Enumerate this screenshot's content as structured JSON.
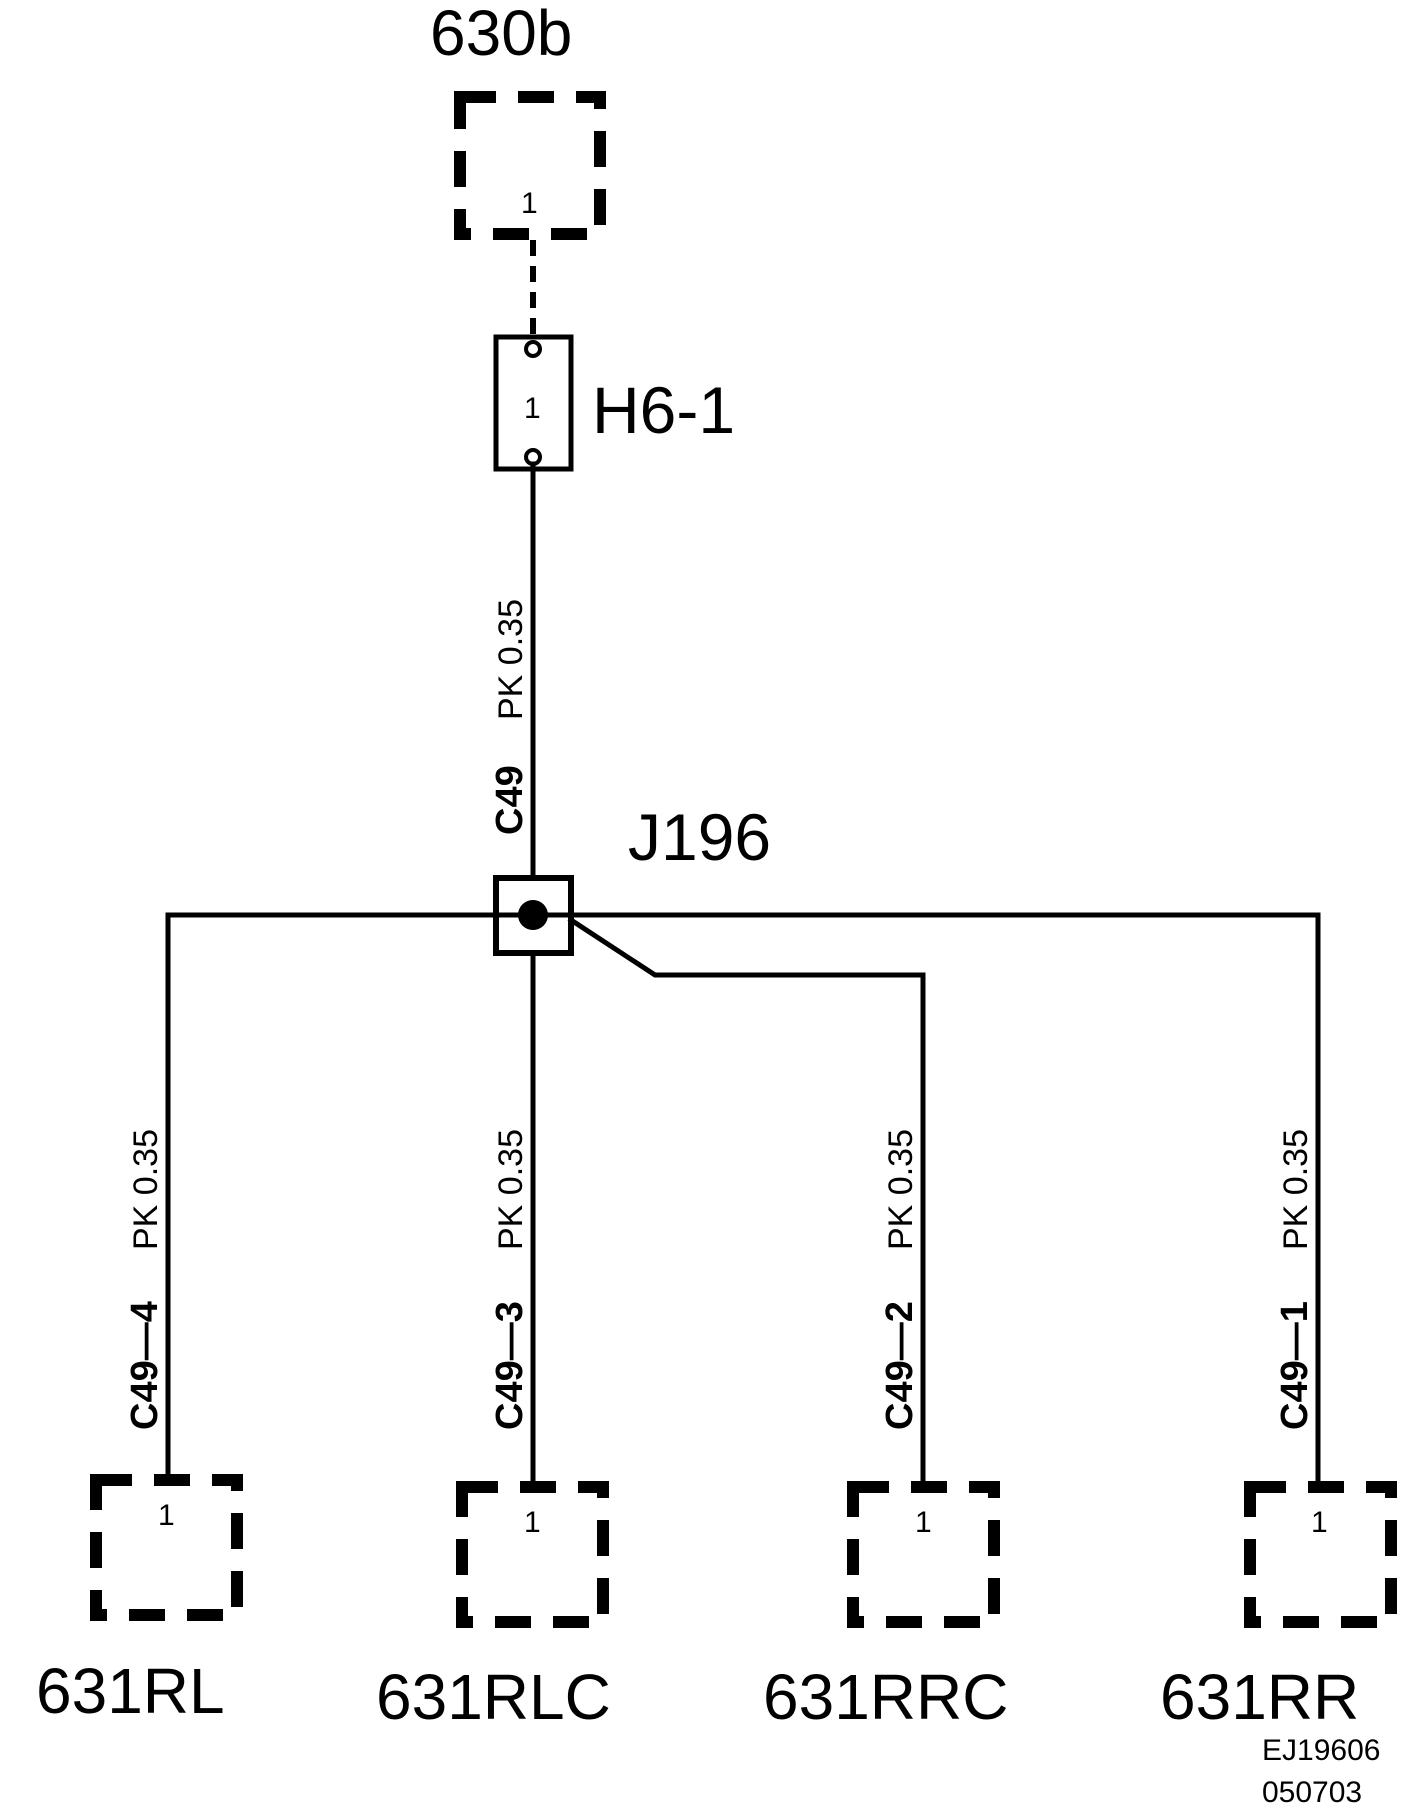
{
  "source_connector": {
    "name": "630b",
    "pin": "1"
  },
  "inline_connector": {
    "name": "H6-1",
    "pin": "1"
  },
  "splice": {
    "name": "J196"
  },
  "main_wire": {
    "code": "C49",
    "spec": "PK  0.35"
  },
  "branches": [
    {
      "code": "C49—4",
      "spec": "PK  0.35",
      "connector": "631RL",
      "pin": "1"
    },
    {
      "code": "C49—3",
      "spec": "PK  0.35",
      "connector": "631RLC",
      "pin": "1"
    },
    {
      "code": "C49—2",
      "spec": "PK  0.35",
      "connector": "631RRC",
      "pin": "1"
    },
    {
      "code": "C49—1",
      "spec": "PK  0.35",
      "connector": "631RR",
      "pin": "1"
    }
  ],
  "drawing_ref": {
    "line1": "EJ19606",
    "line2": "050703"
  }
}
